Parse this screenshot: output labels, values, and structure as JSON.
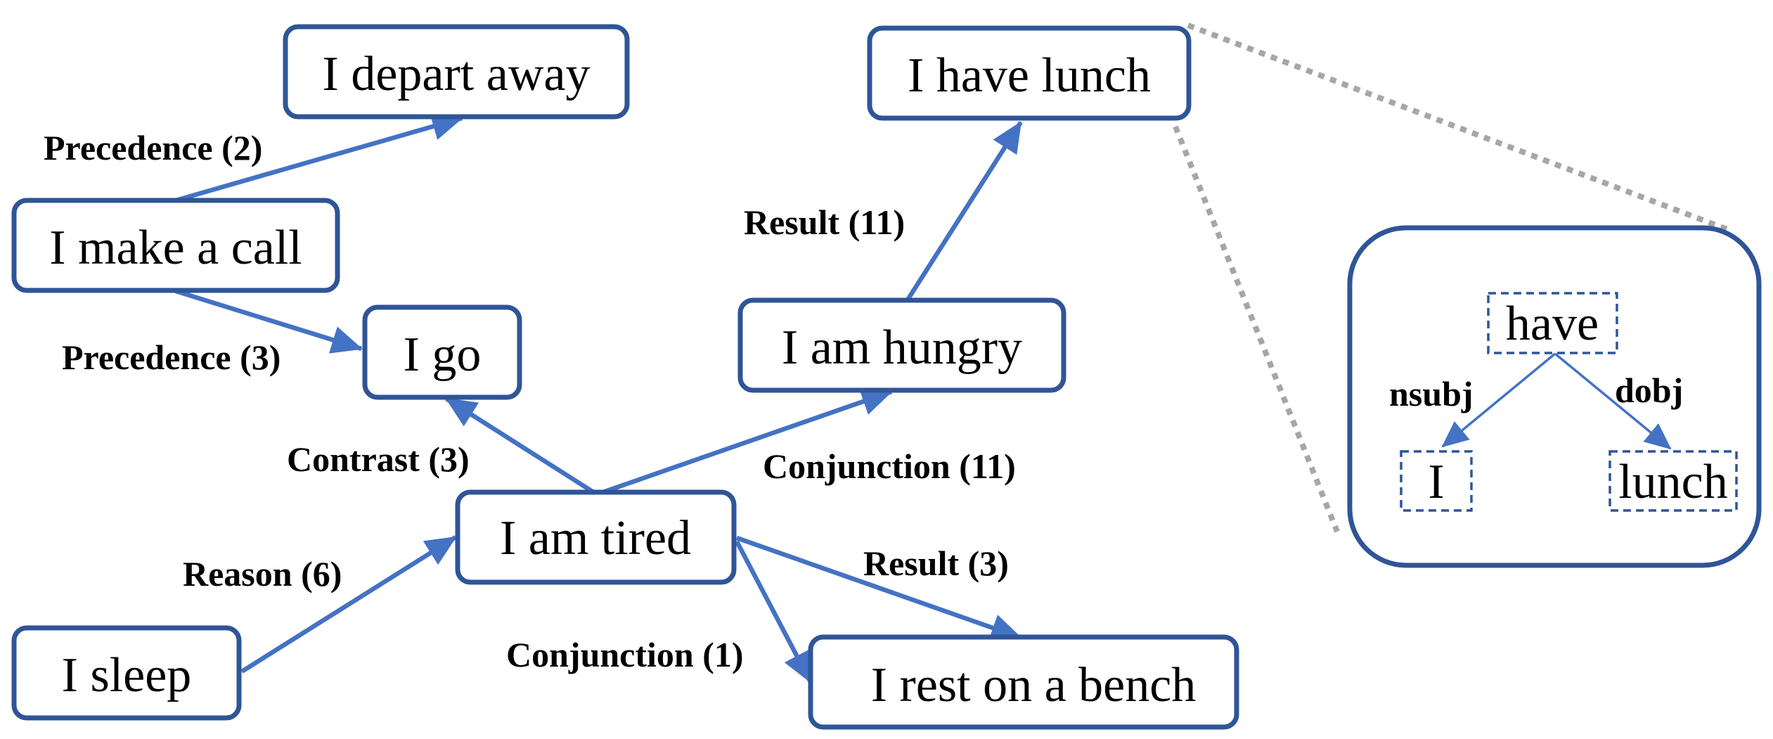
{
  "nodes": {
    "depart_away": "I depart away",
    "have_lunch": "I have lunch",
    "make_call": "I make a call",
    "go": "I go",
    "hungry": "I am hungry",
    "tired": "I am tired",
    "sleep": "I sleep",
    "rest_bench": "I rest on a bench"
  },
  "edges": {
    "precedence_2": "Precedence (2)",
    "precedence_3": "Precedence (3)",
    "result_11": "Result (11)",
    "contrast_3": "Contrast (3)",
    "conjunction_11": "Conjunction (11)",
    "reason_6": "Reason (6)",
    "result_3": "Result (3)",
    "conjunction_1": "Conjunction (1)"
  },
  "dependency_inset": {
    "head": "have",
    "subject": "I",
    "object": "lunch",
    "subject_relation": "nsubj",
    "object_relation": "dobj"
  },
  "colors": {
    "box_border": "#2f5597",
    "edge": "#4472c4",
    "zoom_guide": "#a6a6a6"
  }
}
